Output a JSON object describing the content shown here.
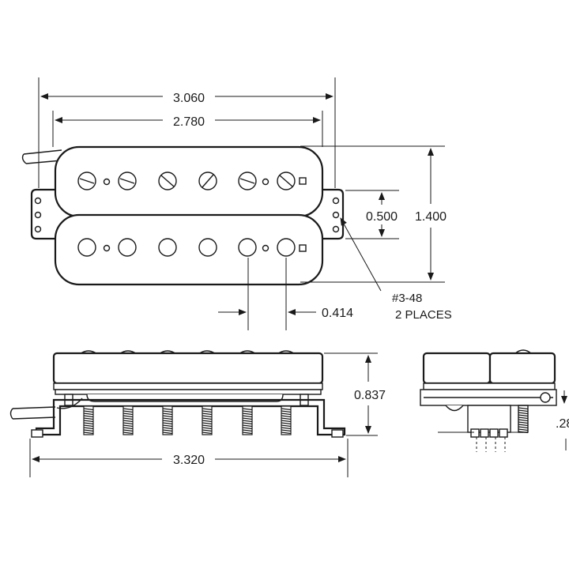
{
  "dimensions": {
    "overall_width": "3.060",
    "cover_width": "2.780",
    "mount_spacing": "0.500",
    "height": "1.400",
    "pole_spacing": "0.414",
    "screw_spec": "#3-48",
    "screw_qty": "2 PLACES",
    "depth": "0.837",
    "base_length": "3.320",
    "side_partial": ".28"
  }
}
